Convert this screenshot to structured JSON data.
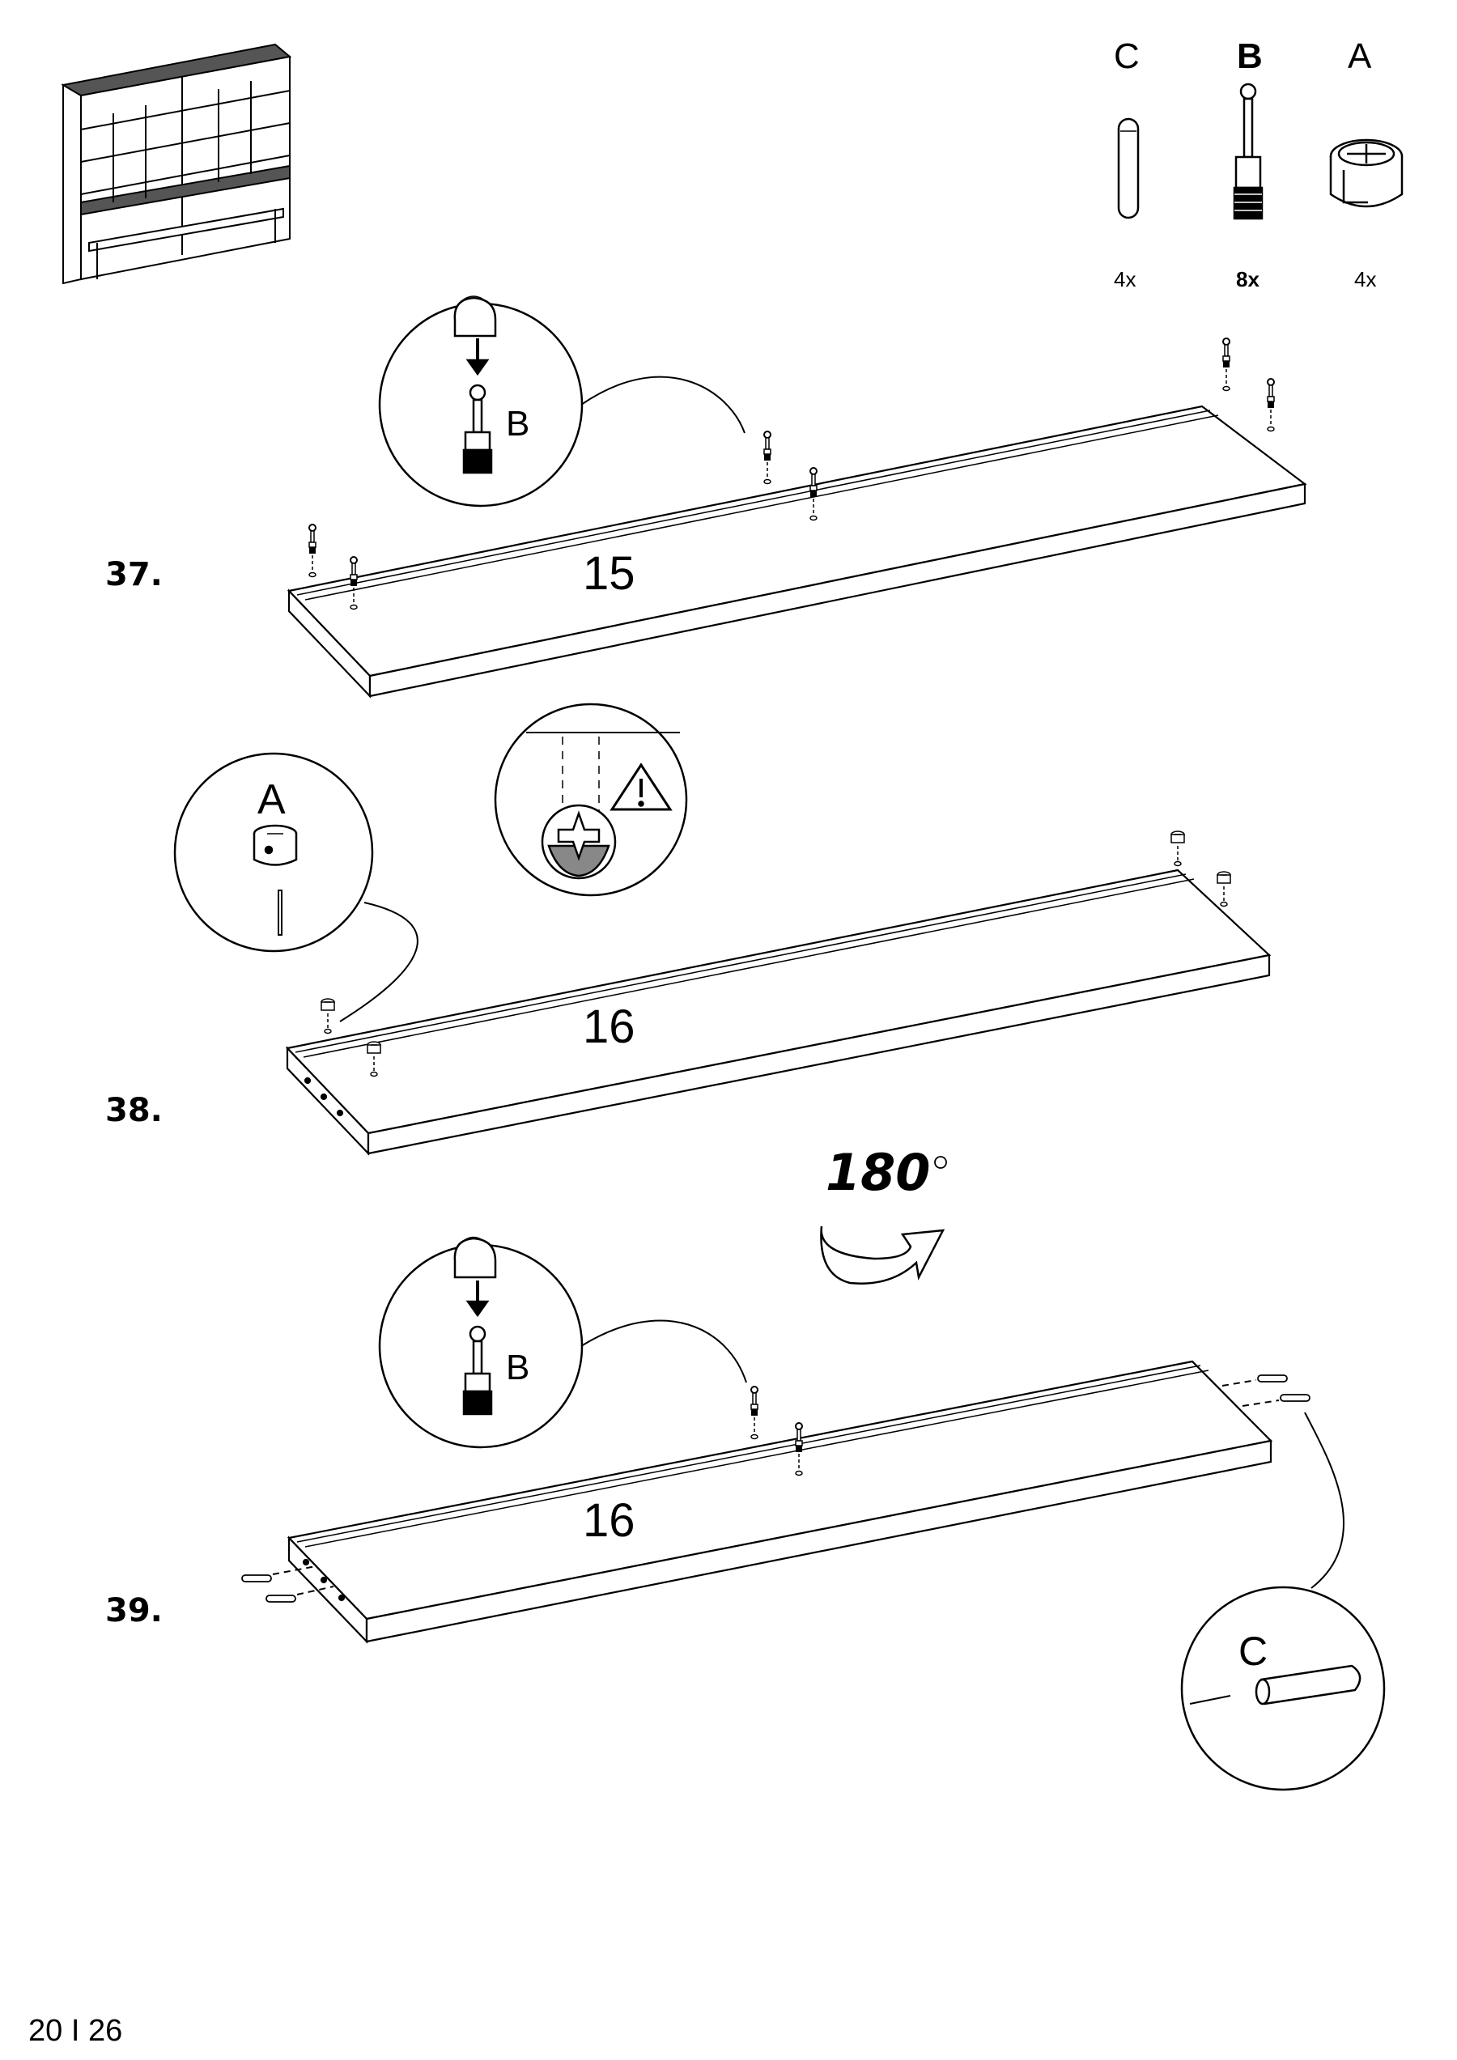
{
  "hardware": {
    "C": {
      "letter": "C",
      "count": "4x"
    },
    "B": {
      "letter": "B",
      "count": "8x"
    },
    "A": {
      "letter": "A",
      "count": "4x"
    }
  },
  "steps": [
    {
      "number": "37.",
      "panel": "15",
      "callout": "B"
    },
    {
      "number": "38.",
      "panel": "16",
      "callout": "A"
    },
    {
      "number": "39.",
      "panel": "16",
      "callout_top": "B",
      "callout_bottom": "C"
    }
  ],
  "rotation": {
    "text": "180"
  },
  "page": {
    "label": "20 I 26"
  }
}
